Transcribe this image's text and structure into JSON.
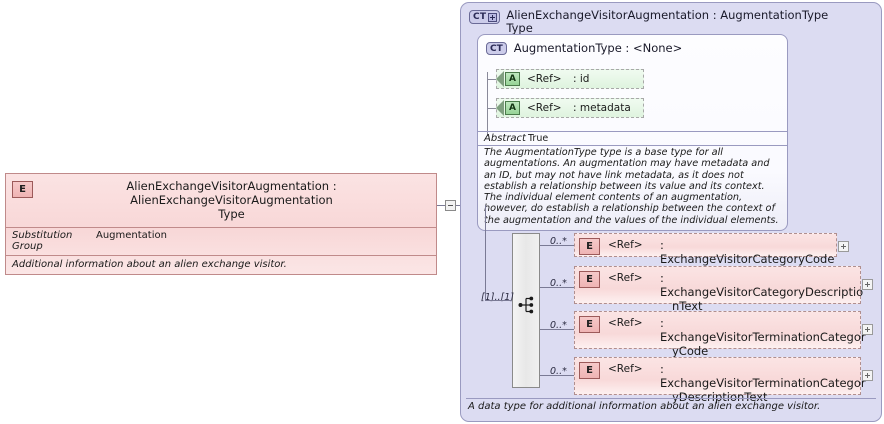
{
  "left_element": {
    "icon": "element-badge-E",
    "badge": "E",
    "name": "AlienExchangeVisitorAugmentation",
    "separator": ":",
    "type": "AlienExchangeVisitorAugmentationType",
    "title_line1": "AlienExchangeVisitorAugmentation : AlienExchangeVisitorAugmentation",
    "title_line2": "Type",
    "properties": [
      {
        "label": "Substitution Group",
        "value": "Augmentation"
      }
    ],
    "description": "Additional information about an alien exchange visitor.",
    "collapse_toggle": "minus"
  },
  "panel": {
    "badge": "CT",
    "badge_expand": "plus",
    "title_line1": "AlienExchangeVisitorAugmentation : AugmentationType",
    "title_line2": "Type",
    "footer": "A data type for additional information about an alien exchange visitor."
  },
  "complex_type": {
    "badge": "CT",
    "title": "AugmentationType : <None>",
    "attributes": [
      {
        "badge": "A",
        "ref": "<Ref>",
        "name": ": id"
      },
      {
        "badge": "A",
        "ref": "<Ref>",
        "name": ": metadata"
      }
    ],
    "abstract": {
      "label": "Abstract",
      "value": "True"
    },
    "documentation": "The AugmentationType type is a base type for all augmentations. An augmentation may have metadata and an ID, but may not have link metadata, as it does not establish a relationship between its value and its context. The individual element contents of an augmentation, however, do establish a relationship between the context of the augmentation and the values of the individual elements."
  },
  "sequence": {
    "icon": "sequence-compositor-icon",
    "cardinality": "[1]..[1]"
  },
  "elements": [
    {
      "cardinality": "0..*",
      "badge": "E",
      "ref": "<Ref>",
      "name_line1": ": ExchangeVisitorCategoryCode",
      "name_line2": "",
      "expand": "plus"
    },
    {
      "cardinality": "0..*",
      "badge": "E",
      "ref": "<Ref>",
      "name_line1": ": ExchangeVisitorCategoryDescriptio",
      "name_line2": "nText",
      "expand": "plus"
    },
    {
      "cardinality": "0..*",
      "badge": "E",
      "ref": "<Ref>",
      "name_line1": ": ExchangeVisitorTerminationCategor",
      "name_line2": "yCode",
      "expand": "plus"
    },
    {
      "cardinality": "0..*",
      "badge": "E",
      "ref": "<Ref>",
      "name_line1": ": ExchangeVisitorTerminationCategor",
      "name_line2": "yDescriptionText",
      "expand": "plus"
    }
  ],
  "colors": {
    "element_fill": "#fadada",
    "element_border": "#c08a8a",
    "panel_fill": "#dcdcf2",
    "panel_border": "#9a9ac0",
    "attribute_fill": "#dff3df",
    "connector": "#7a7a95"
  }
}
